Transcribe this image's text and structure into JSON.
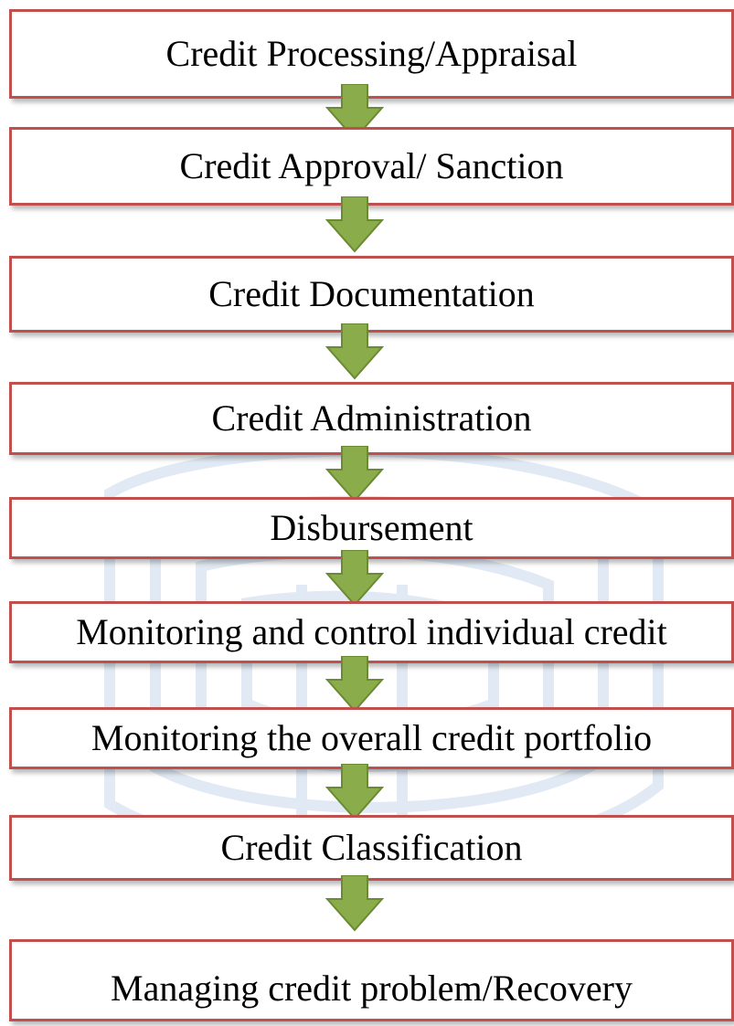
{
  "diagram": {
    "steps": [
      {
        "label": "Credit Processing/Appraisal"
      },
      {
        "label": "Credit Approval/ Sanction"
      },
      {
        "label": "Credit Documentation"
      },
      {
        "label": "Credit Administration"
      },
      {
        "label": "Disbursement"
      },
      {
        "label": "Monitoring and control individual credit"
      },
      {
        "label": "Monitoring the overall credit portfolio"
      },
      {
        "label": "Credit Classification"
      },
      {
        "label": "Managing credit problem/Recovery"
      }
    ],
    "colors": {
      "box_border": "#c0504d",
      "arrow_fill": "#8aac4a",
      "arrow_stroke": "#6b8a34",
      "watermark": "#c9d8ec"
    },
    "icons": {
      "connector": "down-arrow-icon",
      "background": "logo-watermark"
    }
  }
}
